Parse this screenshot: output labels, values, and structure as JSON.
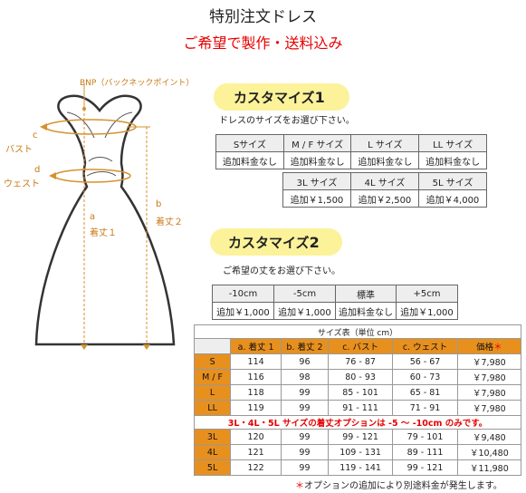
{
  "page": {
    "title": "特別注文ドレス",
    "subtitle": "ご希望で製作・送料込み"
  },
  "diagram": {
    "bnp_label": "BNP（バックネックポイント）",
    "bust_letter": "c",
    "bust_label": "バスト",
    "waist_letter": "d",
    "waist_label": "ウェスト",
    "a_letter": "a",
    "a_label": "着丈１",
    "b_letter": "b",
    "b_label": "着丈２",
    "accent_color": "#d4922e"
  },
  "custom1": {
    "title": "カスタマイズ",
    "number": "1",
    "instruction": "ドレスのサイズをお選び下さい。",
    "row1_headers": [
      "Sサイズ",
      "M / F サイズ",
      "L サイズ",
      "LL サイズ"
    ],
    "row1_prices": [
      "追加料金なし",
      "追加料金なし",
      "追加料金なし",
      "追加料金なし"
    ],
    "row2_headers": [
      "3L サイズ",
      "4L サイズ",
      "5L サイズ"
    ],
    "row2_prices": [
      "追加￥1,500",
      "追加￥2,500",
      "追加￥4,000"
    ]
  },
  "custom2": {
    "title": "カスタマイズ",
    "number": "2",
    "instruction": "ご希望の丈をお選び下さい。",
    "headers": [
      "-10cm",
      "-5cm",
      "標準",
      "+5cm"
    ],
    "prices": [
      "追加￥1,000",
      "追加￥1,000",
      "追加料金なし",
      "追加￥1,000"
    ]
  },
  "size_table": {
    "caption": "サイズ表（単位 cm）",
    "columns": [
      "",
      "a. 着丈 1",
      "b. 着丈 2",
      "c. バスト",
      "c. ウェスト",
      "価格"
    ],
    "price_marker": "＊",
    "rows_top": [
      [
        "S",
        "114",
        "96",
        "76 - 87",
        "56 - 67",
        "￥7,980"
      ],
      [
        "M / F",
        "116",
        "98",
        "80 - 93",
        "60 - 73",
        "￥7,980"
      ],
      [
        "L",
        "118",
        "99",
        "85 - 101",
        "65 - 81",
        "￥7,980"
      ],
      [
        "LL",
        "119",
        "99",
        "91 - 111",
        "71 - 91",
        "￥7,980"
      ]
    ],
    "notice": "3L・4L・5L サイズの着丈オプションは -5 ～ -10cm のみです。",
    "rows_bottom": [
      [
        "3L",
        "120",
        "99",
        "99 - 121",
        "79 - 101",
        "￥9,480"
      ],
      [
        "4L",
        "121",
        "99",
        "109 - 131",
        "89 - 111",
        "￥10,480"
      ],
      [
        "5L",
        "122",
        "99",
        "119 - 141",
        "99 - 121",
        "￥11,980"
      ]
    ],
    "footnote_mark": "＊",
    "footnote": "オプションの追加により別途料金が発生します。"
  }
}
